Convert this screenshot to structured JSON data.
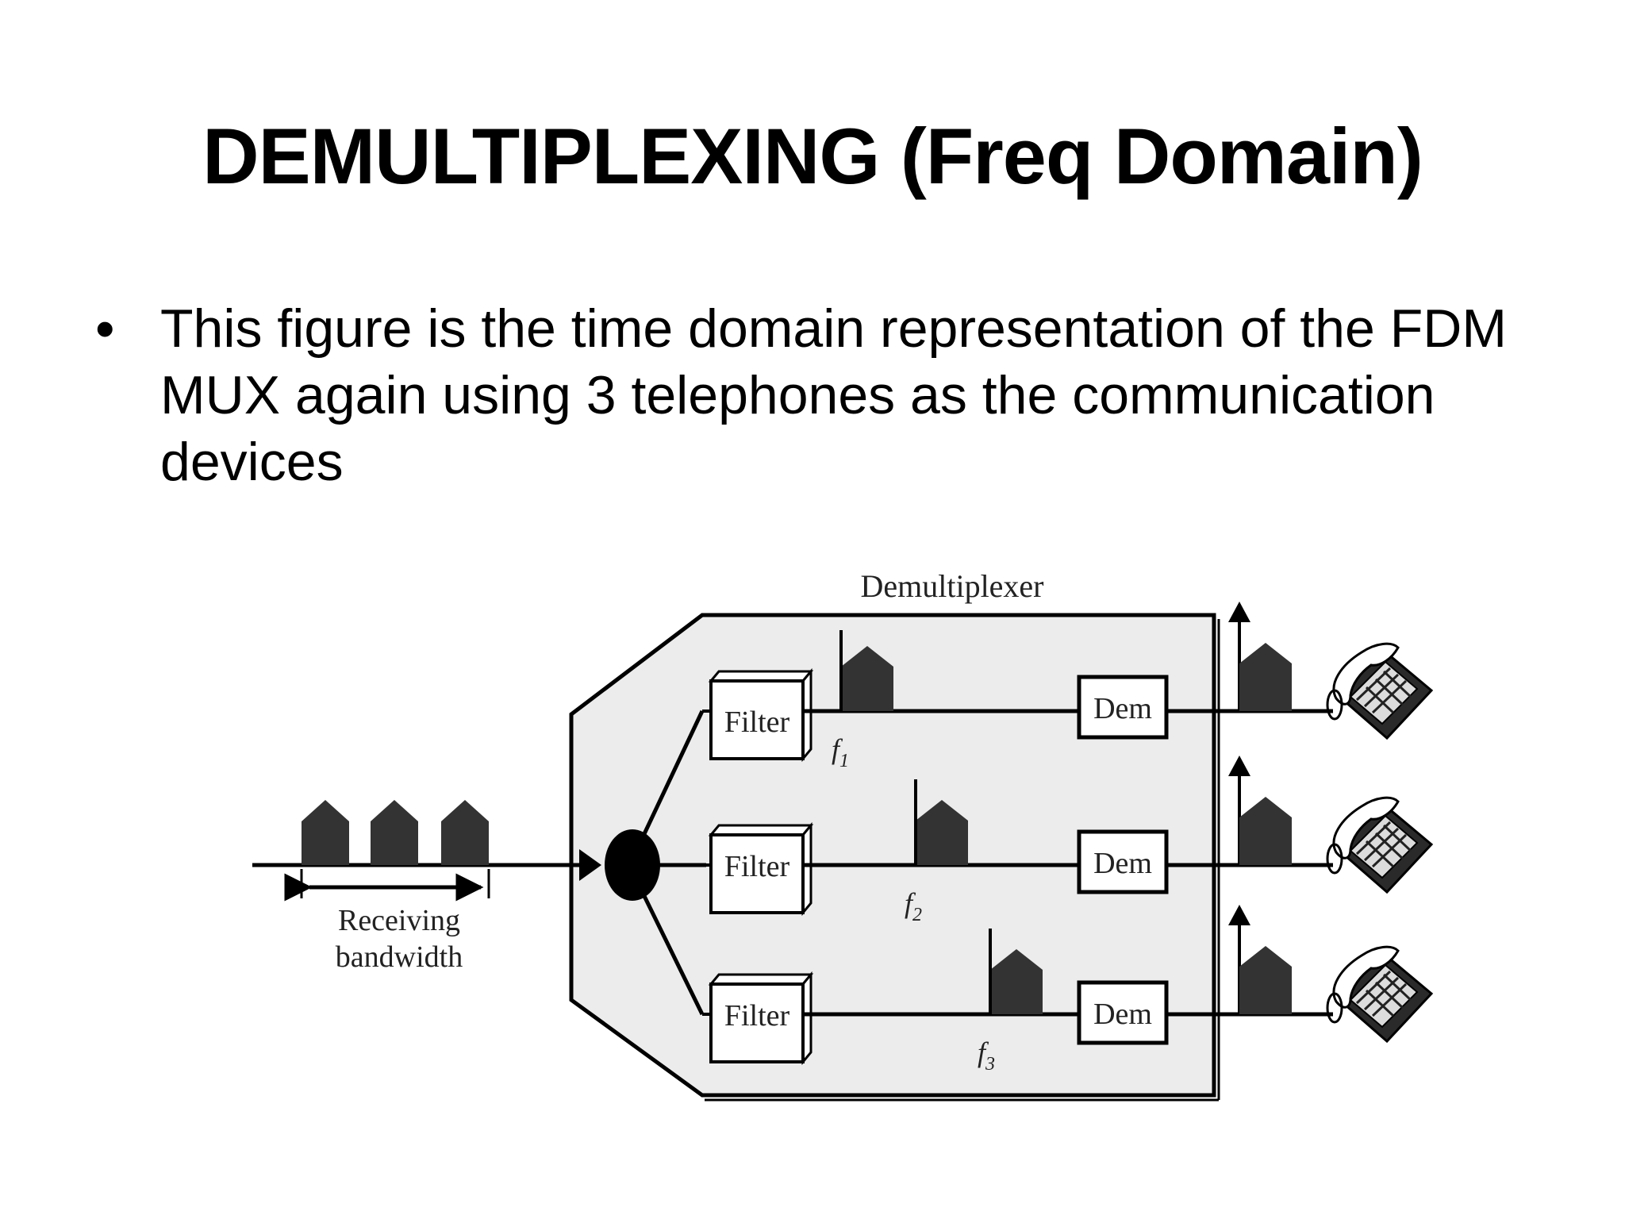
{
  "slide": {
    "title": "DEMULTIPLEXING (Freq Domain)",
    "bullet": "This figure is the time domain representation of the FDM MUX again using 3 telephones as the communication devices"
  },
  "diagram": {
    "demux_label": "Demultiplexer",
    "receiving_label_line1": "Receiving",
    "receiving_label_line2": "bandwidth",
    "filter_label": "Filter",
    "dem_label": "Dem",
    "freq_labels": [
      "f",
      "f",
      "f"
    ],
    "freq_subscripts": [
      "1",
      "2",
      "3"
    ],
    "icons": {
      "telephone": "telephone-icon",
      "signal": "signal-pulse-icon",
      "splitter": "splitter-dot"
    },
    "colors": {
      "panel_fill": "#ececec",
      "signal_fill": "#333333",
      "line": "#000000"
    }
  }
}
